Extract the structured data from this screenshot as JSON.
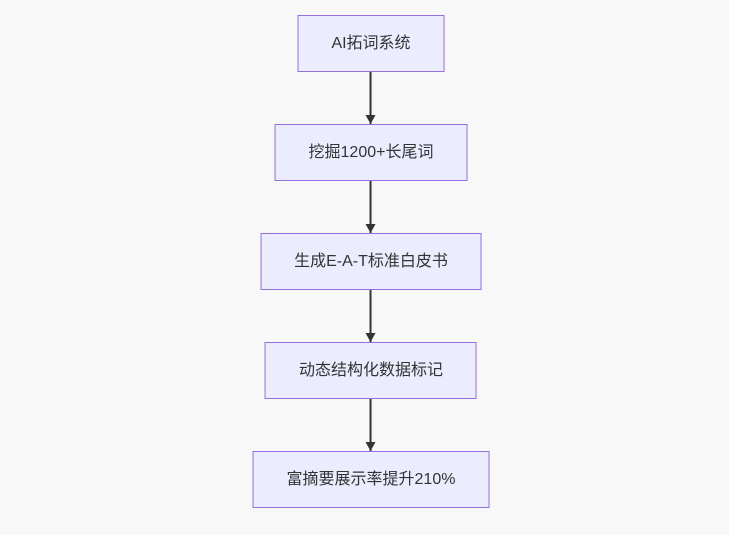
{
  "diagram": {
    "type": "flowchart",
    "direction": "top-down",
    "nodes": [
      {
        "id": "node-1",
        "label": "AI拓词系统"
      },
      {
        "id": "node-2",
        "label": "挖掘1200+长尾词"
      },
      {
        "id": "node-3",
        "label": "生成E-A-T标准白皮书"
      },
      {
        "id": "node-4",
        "label": "动态结构化数据标记"
      },
      {
        "id": "node-5",
        "label": "富摘要展示率提升210%"
      }
    ],
    "edges": [
      {
        "from": "node-1",
        "to": "node-2",
        "style": "arrow-down"
      },
      {
        "from": "node-2",
        "to": "node-3",
        "style": "arrow-down"
      },
      {
        "from": "node-3",
        "to": "node-4",
        "style": "arrow-down"
      },
      {
        "from": "node-4",
        "to": "node-5",
        "style": "arrow-down"
      }
    ],
    "colors": {
      "node_fill": "#ECECFF",
      "node_border": "#9370DB",
      "arrow": "#333333",
      "text": "#333333",
      "background": "#F8F8F8"
    }
  }
}
